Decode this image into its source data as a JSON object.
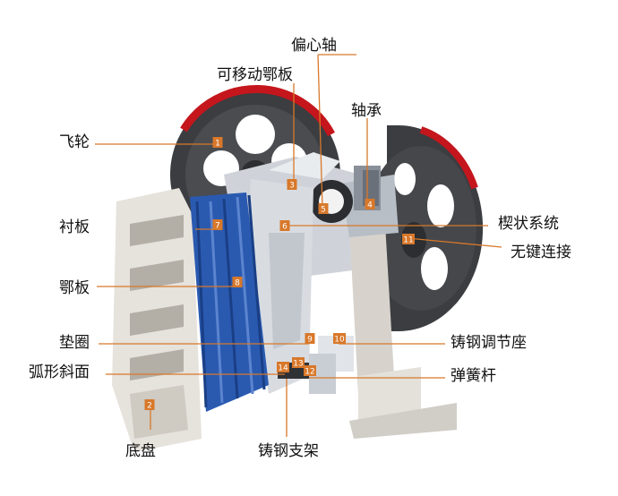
{
  "labels": {
    "flywheel": "飞轮",
    "movable_jaw": "可移动鄂板",
    "eccentric_shaft": "偏心轴",
    "bearing": "轴承",
    "liner": "衬板",
    "jaw_plate": "鄂板",
    "wedge_system": "楔状系统",
    "keyless_connection": "无键连接",
    "gasket": "垫圈",
    "arc_slope": "弧形斜面",
    "cast_steel_adjuster": "铸钢调节座",
    "spring_rod": "弹簧杆",
    "bottom_plate": "底盘",
    "cast_steel_bracket": "铸钢支架"
  },
  "badges": [
    "1",
    "2",
    "3",
    "4",
    "5",
    "6",
    "7",
    "8",
    "9",
    "10",
    "11",
    "12",
    "13",
    "14"
  ],
  "colors": {
    "badge": "#d8782a",
    "leader": "#d8782a",
    "wheel_dark": "#3b3d41",
    "wheel_rim": "#c4161c",
    "frame": "#e6e2dc",
    "jaw_blue": "#2a5ab0"
  }
}
